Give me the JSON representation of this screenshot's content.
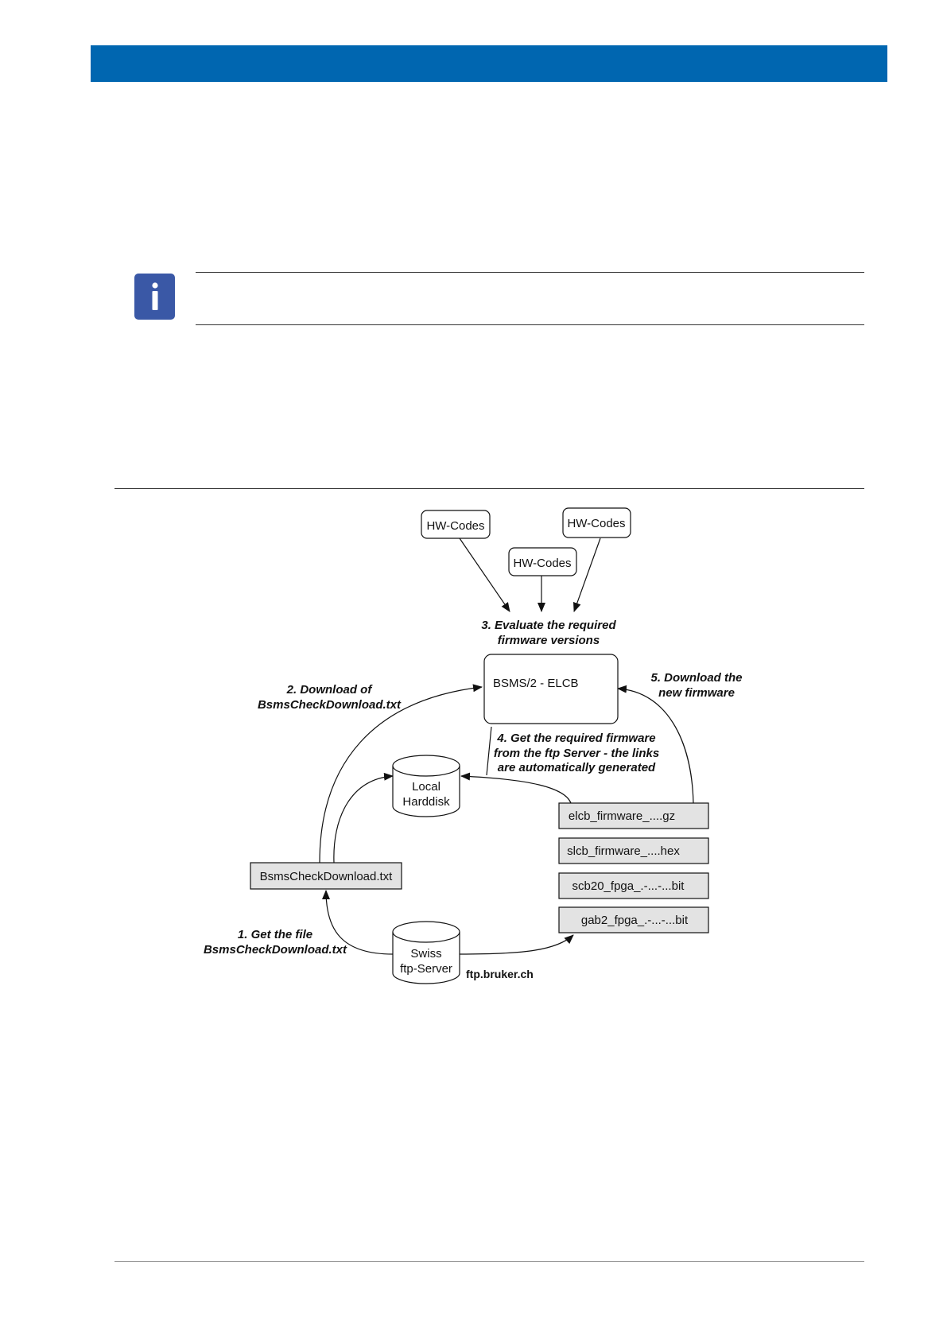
{
  "colors": {
    "header": "#0066b0",
    "info_icon": "#3a58a6",
    "file_box": "#e3e3e3"
  },
  "info_icon": "info-icon",
  "diagram": {
    "hw_codes": [
      "HW-Codes",
      "HW-Codes",
      "HW-Codes"
    ],
    "evaluate": [
      "3. Evaluate the required",
      "firmware versions"
    ],
    "elcb": "BSMS/2 - ELCB",
    "download_txt": [
      "2. Download of",
      "BsmsCheckDownload.txt"
    ],
    "download_fw": [
      "5. Download the",
      "new firmware"
    ],
    "get_fw": [
      "4. Get the required firmware",
      "from the ftp Server - the links",
      "are automatically generated"
    ],
    "local_disk": [
      "Local",
      "Harddisk"
    ],
    "files": [
      "elcb_firmware_....gz",
      "slcb_firmware_....hex",
      "scb20_fpga_.-...-...bit",
      "gab2_fpga_.-...-...bit"
    ],
    "check_file": "BsmsCheckDownload.txt",
    "get_file": [
      "1. Get the file",
      "BsmsCheckDownload.txt"
    ],
    "server": [
      "Swiss",
      "ftp-Server"
    ],
    "server_url": "ftp.bruker.ch"
  }
}
